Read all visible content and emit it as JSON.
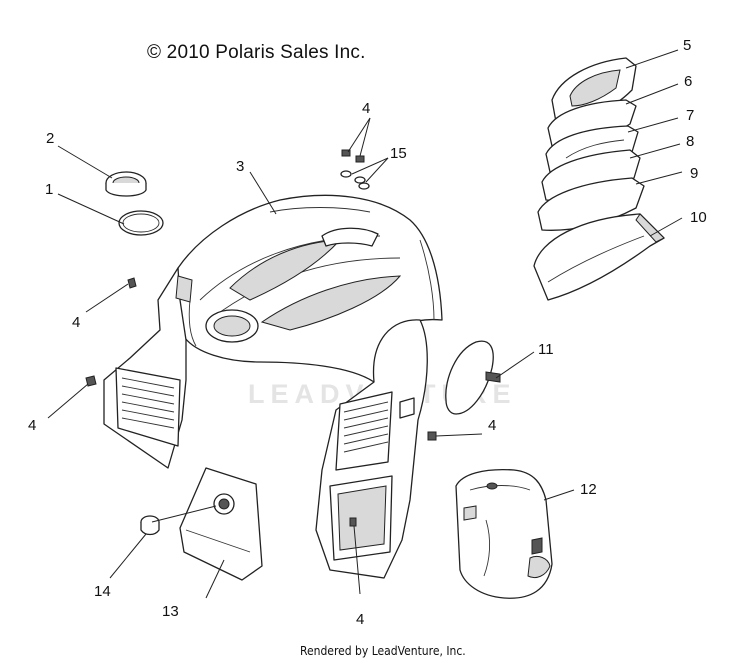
{
  "header": {
    "copyright": "© 2010 Polaris Sales Inc."
  },
  "footer": {
    "rendered_by": "Rendered by LeadVenture, Inc."
  },
  "watermark": {
    "text": "LEADVENTURE"
  },
  "callouts": {
    "c1": "1",
    "c2": "2",
    "c3": "3",
    "c4a": "4",
    "c4b": "4",
    "c4c": "4",
    "c4d": "4",
    "c4e": "4",
    "c5": "5",
    "c6": "6",
    "c7": "7",
    "c8": "8",
    "c9": "9",
    "c10": "10",
    "c11": "11",
    "c12": "12",
    "c13": "13",
    "c14": "14",
    "c15": "15"
  },
  "colors": {
    "line": "#222222",
    "background": "#ffffff",
    "watermark": "#e4e4e4"
  }
}
